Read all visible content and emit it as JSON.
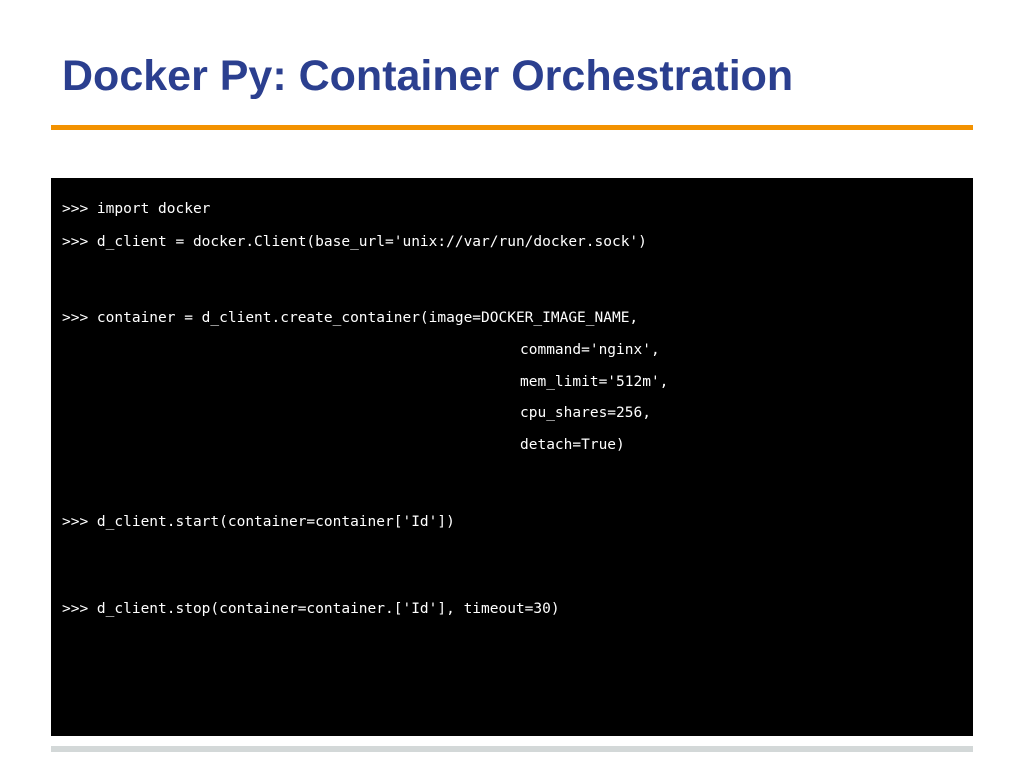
{
  "slide": {
    "title": "Docker Py: Container Orchestration",
    "code_lines": [
      ">>> import docker",
      ">>> d_client = docker.Client(base_url='unix://var/run/docker.sock')",
      ">>> container = d_client.create_container(image=DOCKER_IMAGE_NAME,",
      "command='nginx',",
      "mem_limit='512m',",
      "cpu_shares=256,",
      "detach=True)",
      ">>> d_client.start(container=container['Id'])",
      ">>> d_client.stop(container=container.['Id'], timeout=30)"
    ]
  },
  "colors": {
    "title": "#2b3f8f",
    "accent_rule": "#f39200",
    "code_background": "#000000",
    "code_text": "#ffffff",
    "footer_rule": "#d3d8d8"
  }
}
